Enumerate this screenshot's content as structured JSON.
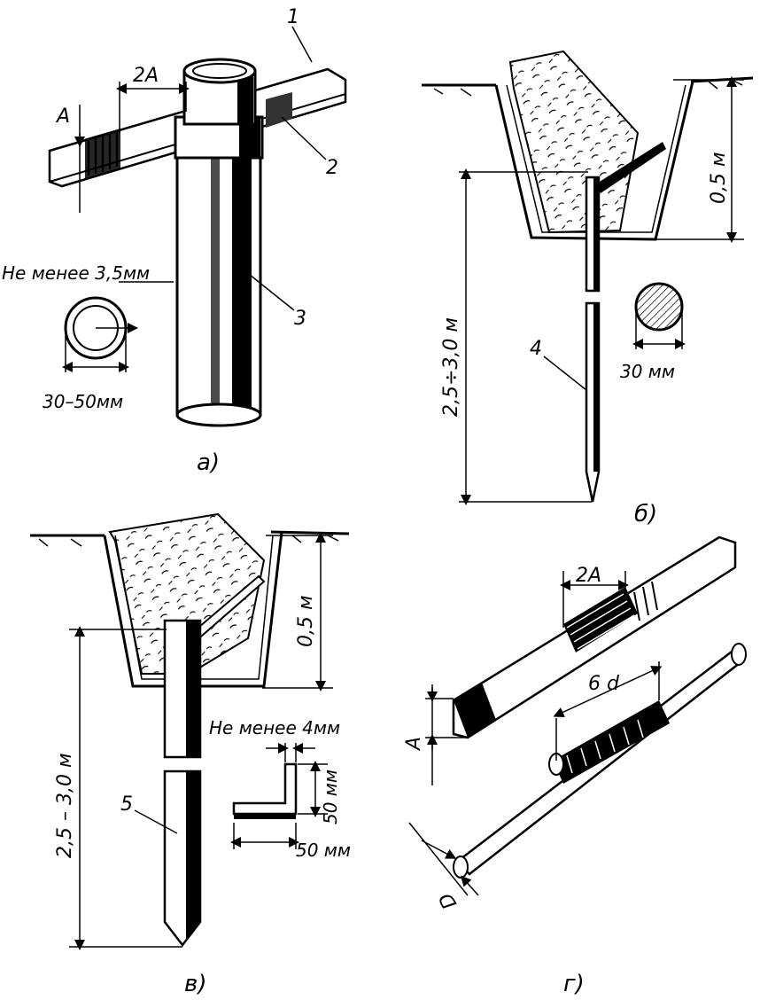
{
  "panels": {
    "a": {
      "caption": "а)",
      "labels": {
        "dim_2a": "2А",
        "dim_a": "А",
        "part_1": "1",
        "part_2": "2",
        "part_3": "3"
      },
      "wall_note": "Не менее 3,5мм",
      "diameter": "30–50мм"
    },
    "b": {
      "caption": "б)",
      "labels": {
        "depth": "0,5 м",
        "length": "2,5÷3,0 м",
        "part_4": "4"
      },
      "diameter": "30 мм"
    },
    "v": {
      "caption": "в)",
      "labels": {
        "depth": "0,5 м",
        "length": "2,5 – 3,0 м",
        "part_5": "5"
      },
      "wall_note": "Не менее 4мм",
      "flange_v": "50 мм",
      "flange_h": "50 мм"
    },
    "g": {
      "caption": "г)",
      "labels": {
        "dim_2a": "2А",
        "dim_a": "А",
        "dim_6d": "6 d",
        "dim_d": "D"
      }
    }
  }
}
